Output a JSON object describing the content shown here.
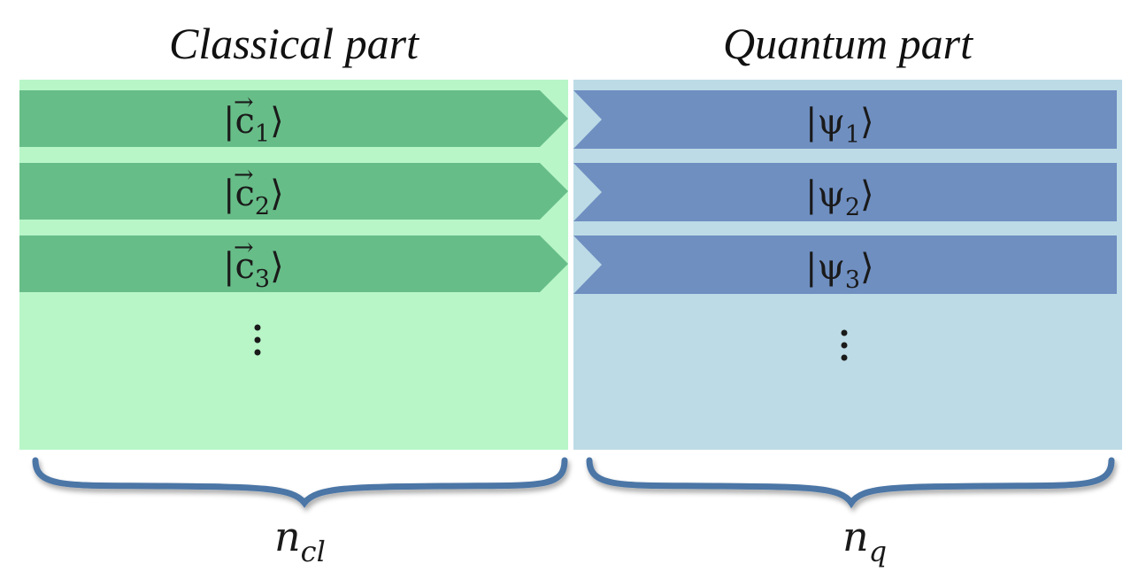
{
  "panels": {
    "classical": {
      "title": "Classical part",
      "bg_color": "#b8f6c8",
      "row_color": "#67bd88",
      "rows": [
        {
          "prefix": "|c",
          "sub": "1",
          "suffix": "⟩"
        },
        {
          "prefix": "|c",
          "sub": "2",
          "suffix": "⟩"
        },
        {
          "prefix": "|c",
          "sub": "3",
          "suffix": "⟩"
        }
      ],
      "vector_arrow": "→",
      "ellipsis": "⋮",
      "brace_label": {
        "base": "n",
        "sub": "cl"
      }
    },
    "quantum": {
      "title": "Quantum part",
      "bg_color": "#bddbe6",
      "row_color": "#6f8fc1",
      "rows": [
        {
          "prefix": "|ψ",
          "sub": "1",
          "suffix": "⟩"
        },
        {
          "prefix": "|ψ",
          "sub": "2",
          "suffix": "⟩"
        },
        {
          "prefix": "|ψ",
          "sub": "3",
          "suffix": "⟩"
        }
      ],
      "ellipsis": "⋮",
      "brace_label": {
        "base": "n",
        "sub": "q"
      }
    }
  },
  "brace_color": "#4c76a6"
}
